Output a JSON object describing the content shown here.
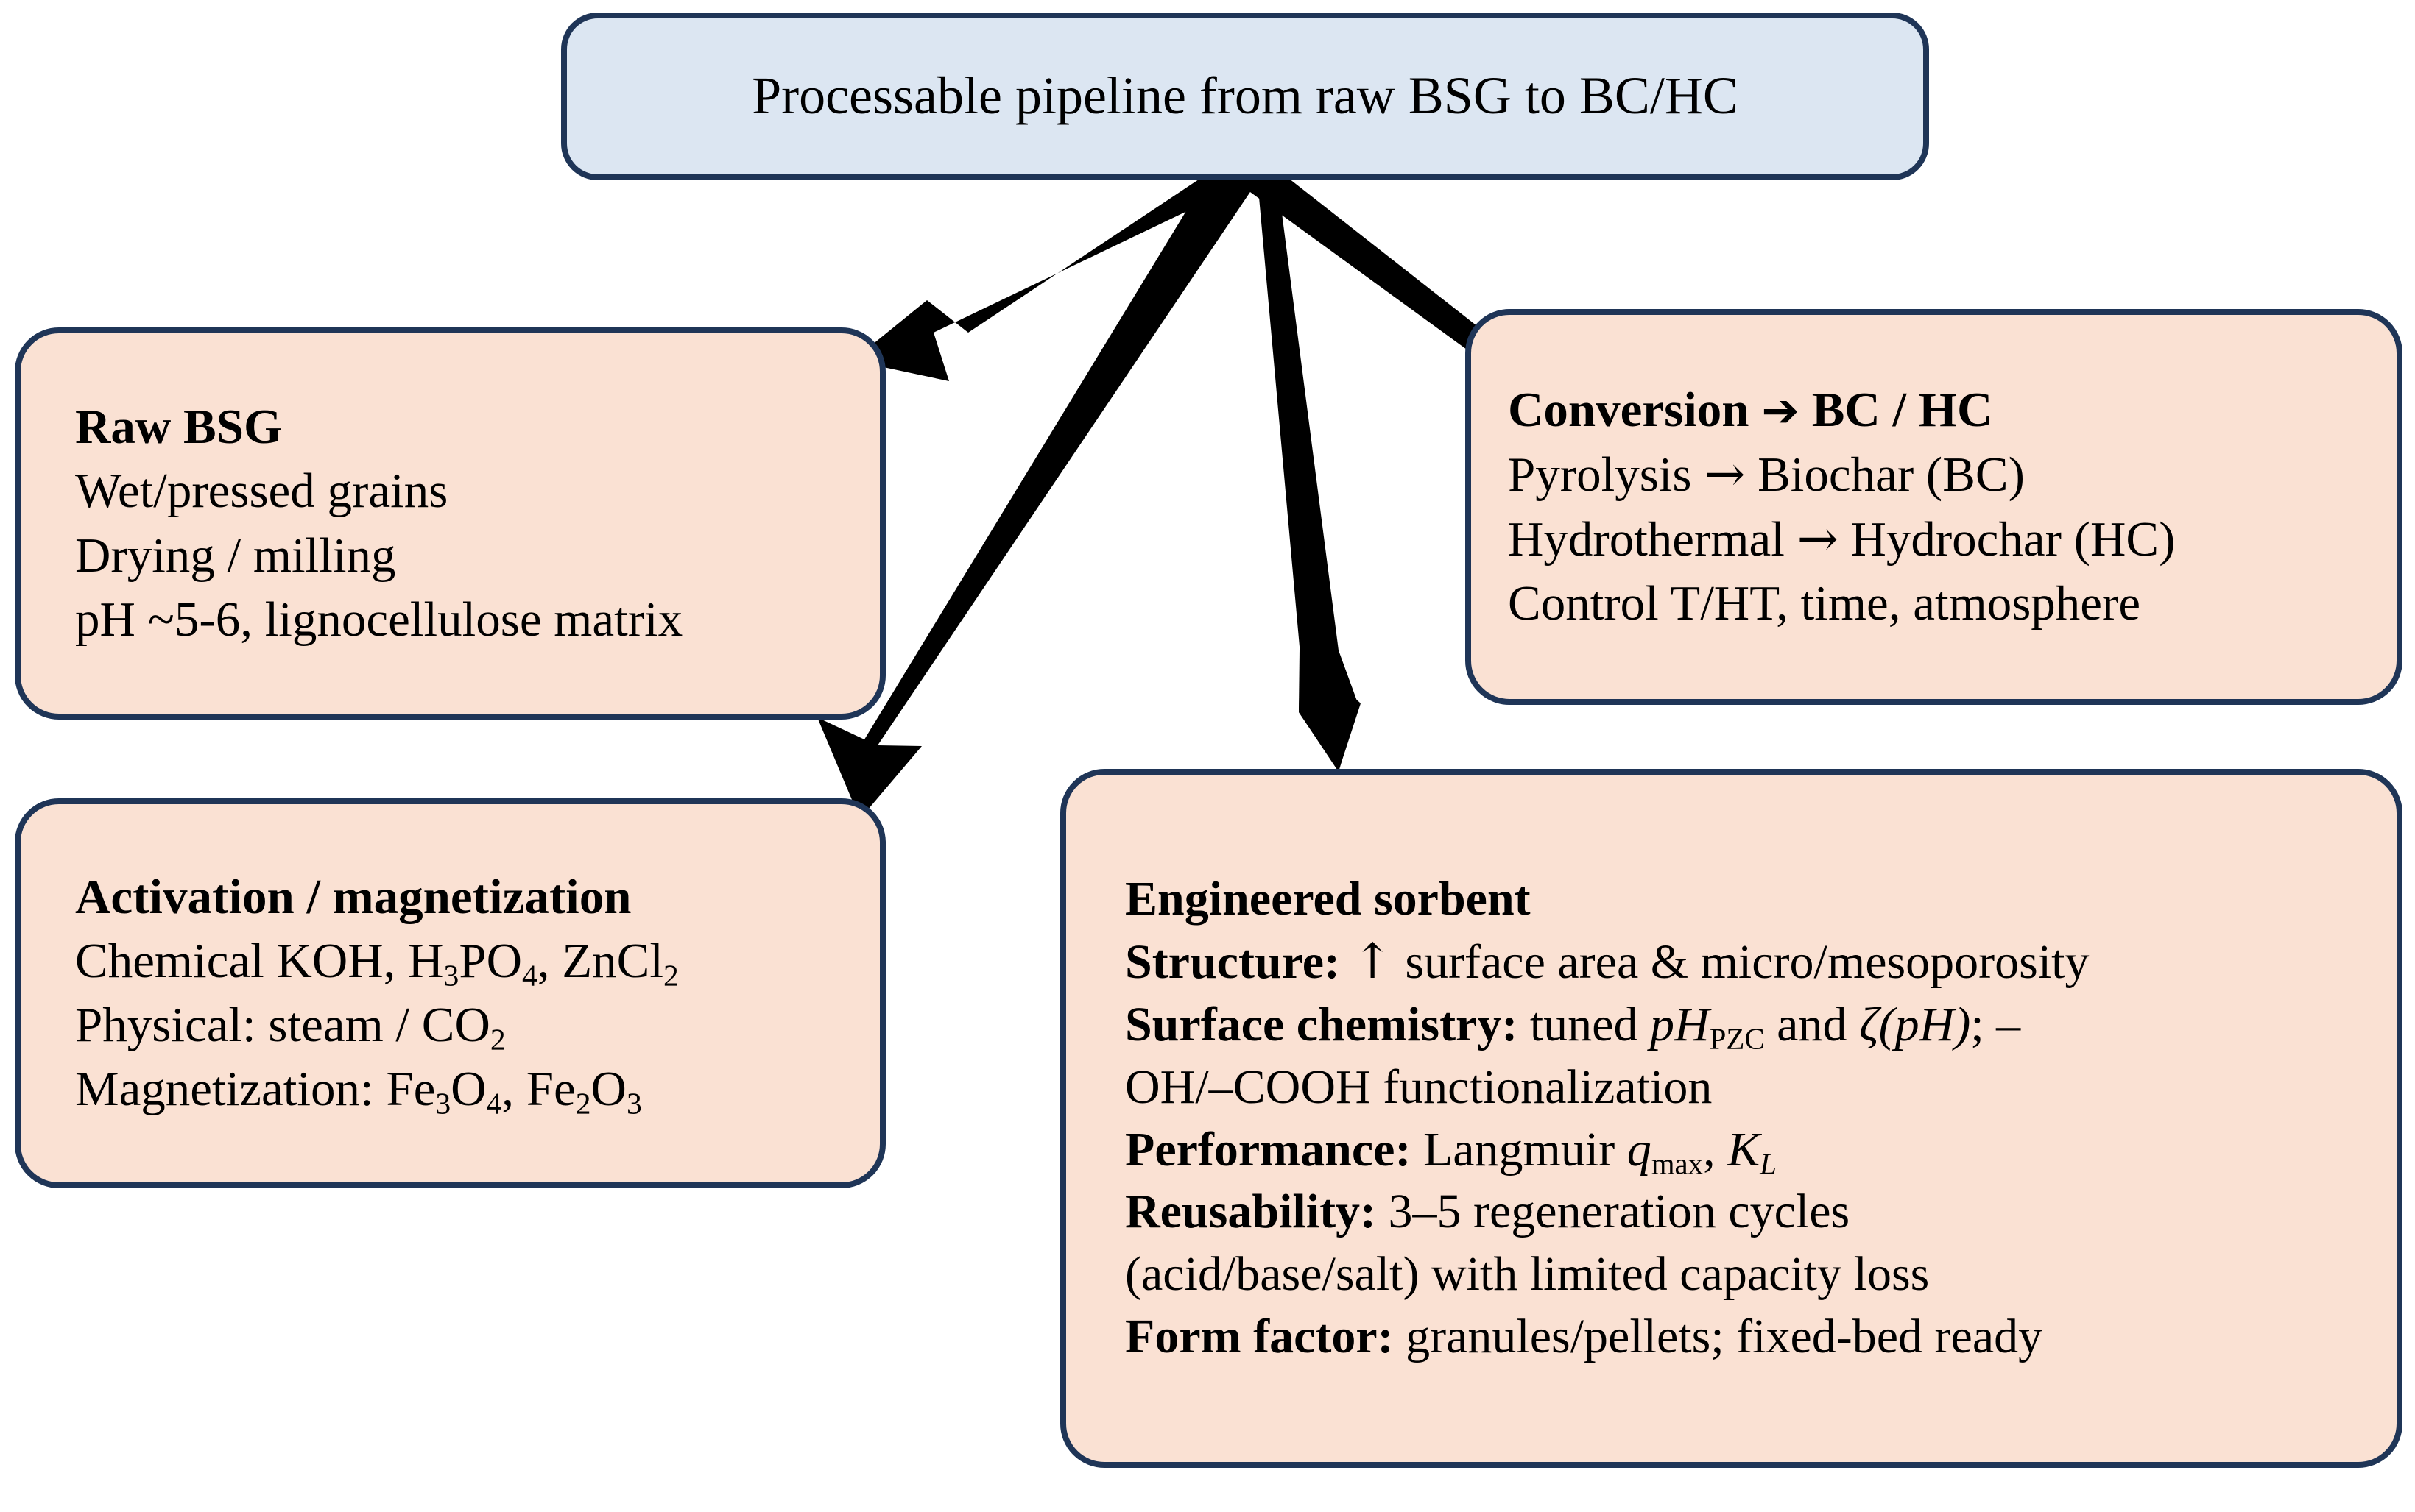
{
  "diagram": {
    "title_box": {
      "text": "Processable pipeline from raw BSG to BC/HC",
      "fill": "#dce6f2",
      "border": "#1f3557"
    },
    "node_fill": "#fae1d3",
    "node_border": "#1f3557",
    "arrow_color": "#000000",
    "nodes": [
      {
        "id": "raw-bsg",
        "heading": "Raw BSG",
        "lines": [
          "Wet/pressed grains",
          "Drying / milling",
          "pH ~5-6, lignocellulose matrix"
        ]
      },
      {
        "id": "conversion",
        "heading": "Conversion ➔ BC / HC",
        "lines": [
          "Pyrolysis → Biochar (BC)",
          "Hydrothermal → Hydrochar (HC)",
          "Control T/HT, time, atmosphere"
        ]
      },
      {
        "id": "activation",
        "heading": "Activation / magnetization",
        "lines": [
          "Chemical KOH, H3PO4, ZnCl2",
          "Physical: steam / CO2",
          "Magnetization: Fe3O4, Fe2O3"
        ]
      },
      {
        "id": "engineered-sorbent",
        "heading": "Engineered sorbent",
        "rows": [
          {
            "label": "Structure:",
            "value": "↑ surface area & micro/mesoporosity"
          },
          {
            "label": "Surface chemistry:",
            "value": "tuned  pH_PZC  and  ζ(pH); –OH/–COOH functionalization"
          },
          {
            "label": "Performance:",
            "value": "Langmuir  q_max,  K_L"
          },
          {
            "label": "Reusability:",
            "value": "3–5 regeneration cycles (acid/base/salt) with limited capacity loss"
          },
          {
            "label": "Form factor:",
            "value": "granules/pellets; fixed-bed ready"
          }
        ]
      }
    ],
    "arrows": [
      {
        "id": "to-raw-bsg",
        "from": "title_box",
        "to": "raw-bsg"
      },
      {
        "id": "to-activation",
        "from": "title_box",
        "to": "activation"
      },
      {
        "id": "to-conversion",
        "from": "title_box",
        "to": "conversion"
      },
      {
        "id": "to-engineered-sorbent",
        "from": "title_box",
        "to": "engineered-sorbent"
      }
    ]
  },
  "text": {
    "title": "Processable pipeline from raw BSG to BC/HC",
    "raw_heading": "Raw BSG",
    "raw_l1": "Wet/pressed grains",
    "raw_l2": "Drying / milling",
    "raw_l3": "pH ~5-6, lignocellulose matrix",
    "conv_heading_a": "Conversion ",
    "conv_heading_arrow": "➔",
    "conv_heading_b": " BC / HC",
    "conv_l1_a": "Pyrolysis ",
    "conv_l1_arrow": "→",
    "conv_l1_b": " Biochar (BC)",
    "conv_l2_a": "Hydrothermal ",
    "conv_l2_arrow": "→",
    "conv_l2_b": " Hydrochar (HC)",
    "conv_l3": "Control T/HT, time, atmosphere",
    "act_heading": "Activation / magnetization",
    "act_l1_a": "Chemical KOH, H",
    "act_l1_s1": "3",
    "act_l1_b": "PO",
    "act_l1_s2": "4",
    "act_l1_c": ", ZnCl",
    "act_l1_s3": "2",
    "act_l2_a": "Physical: steam / CO",
    "act_l2_s1": "2",
    "act_l3_a": "Magnetization: Fe",
    "act_l3_s1": "3",
    "act_l3_b": "O",
    "act_l3_s2": "4",
    "act_l3_c": ", Fe",
    "act_l3_s3": "2",
    "act_l3_d": "O",
    "act_l3_s4": "3",
    "sorb_heading": "Engineered sorbent",
    "sorb_r1_label": "Structure:",
    "sorb_r1_arrow": "↑",
    "sorb_r1_value": " surface area & micro/mesoporosity",
    "sorb_r2_label": "Surface chemistry:",
    "sorb_r2_v1": " tuned  ",
    "sorb_r2_ph": "pH",
    "sorb_r2_pzc": "PZC",
    "sorb_r2_v2": "  and  ",
    "sorb_r2_zeta": "ζ(pH)",
    "sorb_r2_v3": "; –",
    "sorb_r3_value": "OH/–COOH functionalization",
    "sorb_r4_label": "Performance:",
    "sorb_r4_v1": " Langmuir  ",
    "sorb_r4_q": "q",
    "sorb_r4_qsub": "max",
    "sorb_r4_v2": ",  ",
    "sorb_r4_k": "K",
    "sorb_r4_ksub": "L",
    "sorb_r5_label": "Reusability:",
    "sorb_r5_value": " 3–5 regeneration cycles",
    "sorb_r6_value": "(acid/base/salt) with limited capacity loss",
    "sorb_r7_label": "Form factor:",
    "sorb_r7_value": " granules/pellets; fixed-bed ready"
  }
}
